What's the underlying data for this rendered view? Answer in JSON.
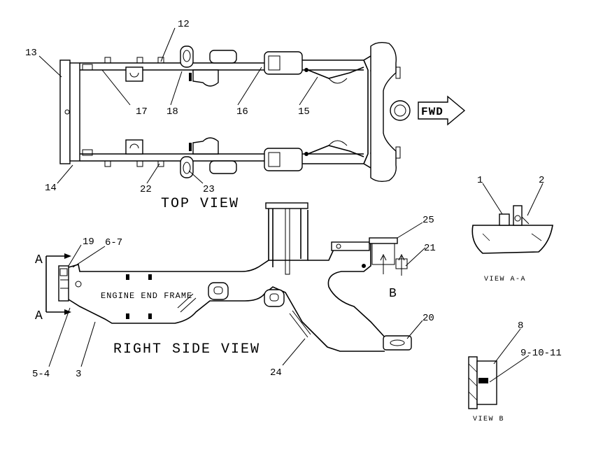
{
  "views": {
    "top": "TOP VIEW",
    "right_side": "RIGHT SIDE VIEW",
    "engine_end_frame": "ENGINE END FRAME",
    "view_aa": "VIEW A-A",
    "view_b": "VIEW B"
  },
  "direction": "FWD",
  "section_marks": {
    "a": "A",
    "b": "B"
  },
  "callouts": {
    "c1": "1",
    "c2": "2",
    "c3": "3",
    "c54": "5-4",
    "c67": "6-7",
    "c8": "8",
    "c91011": "9-10-11",
    "c12": "12",
    "c13": "13",
    "c14": "14",
    "c15": "15",
    "c16": "16",
    "c17": "17",
    "c18": "18",
    "c19": "19",
    "c20": "20",
    "c21": "21",
    "c22": "22",
    "c23": "23",
    "c24": "24",
    "c25": "25"
  }
}
